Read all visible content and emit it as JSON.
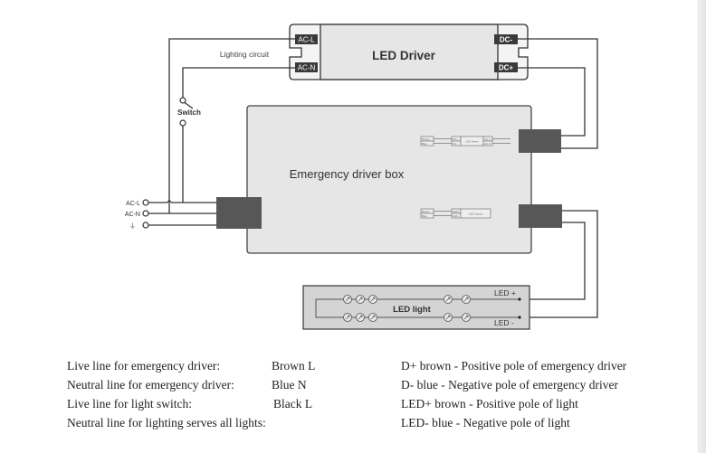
{
  "diagram": {
    "led_driver": {
      "title": "LED Driver",
      "terminals": {
        "ac_l": "AC-L",
        "ac_n": "AC-N",
        "dc_minus": "DC-",
        "dc_plus": "DC+"
      }
    },
    "lighting_circuit_label": "Lighting circuit",
    "switch_label": "Switch",
    "mains_inputs": {
      "ac_l": "AC-L",
      "ac_n": "AC-N",
      "earth": "⏚"
    },
    "emergency_box": {
      "title": "Emergency driver box",
      "mini_driver": {
        "wire1": "Brown",
        "wire2": "Blue",
        "in1": "DC+",
        "in2": "DC-",
        "title": "LED Driver",
        "out1": "AC L",
        "out2": "AC N"
      },
      "mini_lamps": {
        "wire1": "Brown",
        "wire2": "Blue",
        "in1": "LED+",
        "in2": "LED-",
        "title": "LED Lamps"
      }
    },
    "led_light": {
      "title": "LED light",
      "plus": "LED +",
      "minus": "LED -"
    },
    "colors": {
      "line": "#333333",
      "box_fill": "#e6e6e6",
      "connector": "#575757",
      "tag": "#333333"
    }
  },
  "legend": {
    "left": [
      {
        "label": "Live line for emergency driver:",
        "value": "Brown L"
      },
      {
        "label": "Neutral line for emergency driver:",
        "value": "Blue N"
      },
      {
        "label": "Live line for light switch:",
        "value": "Black L"
      },
      {
        "label": "Neutral line for lighting serves all lights:",
        "value": ""
      }
    ],
    "right": [
      {
        "term": "D+ brown",
        "desc": "Positive pole of emergency driver"
      },
      {
        "term": "D- blue",
        "desc": "Negative pole of emergency driver"
      },
      {
        "term": "LED+ brown",
        "desc": "Positive pole of light"
      },
      {
        "term": "LED- blue",
        "desc": "Negative pole of light"
      }
    ],
    "separator": " - "
  }
}
